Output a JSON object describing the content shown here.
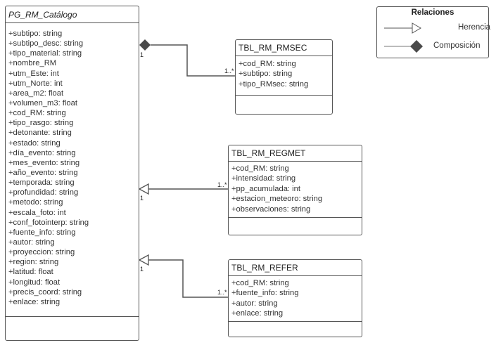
{
  "classes": {
    "main": {
      "name": "PG_RM_Catálogo",
      "attributes": [
        "+subtipo: string",
        "+subtipo_desc: string",
        "+tipo_material: string",
        "+nombre_RM",
        "+utm_Este: int",
        "+utm_Norte: int",
        "+area_m2: float",
        "+volumen_m3: float",
        "+cod_RM: string",
        "+tipo_rasgo: string",
        "+detonante: string",
        "+estado: string",
        "+día_evento: string",
        "+mes_evento: string",
        "+año_evento: string",
        "+temporada: string",
        "+profundidad: string",
        "+metodo: string",
        "+escala_foto: int",
        "+conf_fotointerp: string",
        "+fuente_info: string",
        "+autor: string",
        "+proyeccion: string",
        "+region: string",
        "+latitud: float",
        "+longitud: float",
        "+precis_coord: string",
        "+enlace: string"
      ]
    },
    "rmsec": {
      "name": "TBL_RM_RMSEC",
      "attributes": [
        "+cod_RM: string",
        "+subtipo: string",
        "+tipo_RMsec: string"
      ]
    },
    "regmet": {
      "name": "TBL_RM_REGMET",
      "attributes": [
        "+cod_RM: string",
        "+intensidad: string",
        "+pp_acumulada: int",
        "+estacion_meteoro: string",
        "+observaciones: string"
      ]
    },
    "refer": {
      "name": "TBL_RM_REFER",
      "attributes": [
        "+cod_RM: string",
        "+fuente_info: string",
        "+autor: string",
        "+enlace: string"
      ]
    }
  },
  "relations": {
    "composition_rmsec": {
      "type": "Composición",
      "source_mult": "1",
      "target_mult": "1..*"
    },
    "inheritance_regmet": {
      "type": "Herencia",
      "source_mult": "1",
      "target_mult": "1..*"
    },
    "inheritance_refer": {
      "type": "Herencia",
      "source_mult": "1",
      "target_mult": "1..*"
    }
  },
  "legend": {
    "title": "Relaciones",
    "items": [
      {
        "label": "Herencia",
        "symbol": "hollow-triangle-arrow"
      },
      {
        "label": "Composición",
        "symbol": "filled-diamond"
      }
    ]
  },
  "colors": {
    "line": "#555555",
    "diamond": "#4a4a4a",
    "text": "#333333"
  }
}
